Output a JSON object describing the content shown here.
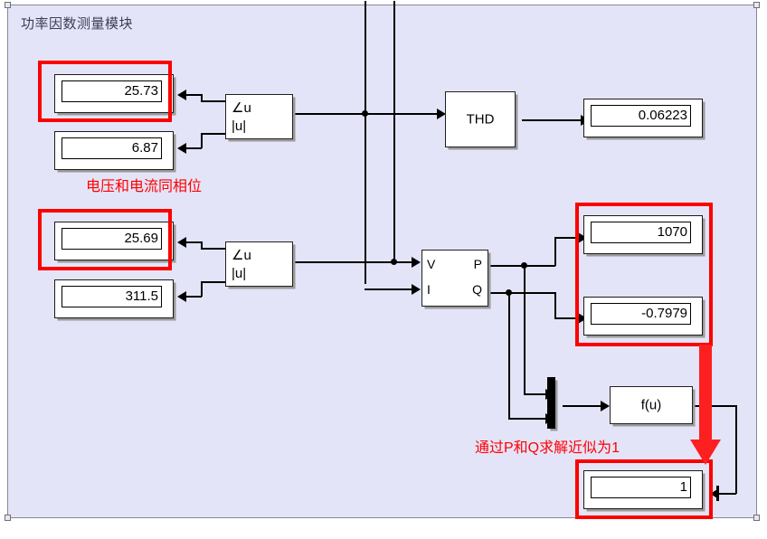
{
  "canvas": {
    "title": "功率因数测量模块",
    "background_color": "#e4e4f8",
    "border_color": "#888894"
  },
  "annotations": {
    "note_phase": "电压和电流同相位",
    "note_pq": "通过P和Q求解近似为1",
    "highlight_color": "#fc0000",
    "arrow_color": "#fc2020"
  },
  "blocks": {
    "angle_v": {
      "out_top": "∠u",
      "out_bottom": "|u|"
    },
    "angle_i": {
      "out_top": "∠u",
      "out_bottom": "|u|"
    },
    "thd": {
      "label": "THD",
      "color": "#0000d8"
    },
    "pq": {
      "in_top": "V",
      "in_bottom": "I",
      "out_top": "P",
      "out_bottom": "Q"
    },
    "fcn": {
      "label": "f(u)"
    }
  },
  "displays": {
    "v_angle": {
      "value": "25.73",
      "highlighted": true
    },
    "v_mag": {
      "value": "6.87",
      "highlighted": false
    },
    "thd_out": {
      "value": "0.06223",
      "highlighted": false
    },
    "i_angle": {
      "value": "25.69",
      "highlighted": true
    },
    "i_mag": {
      "value": "311.5",
      "highlighted": false
    },
    "p_out": {
      "value": "1070",
      "highlighted": true
    },
    "q_out": {
      "value": "-0.7979",
      "highlighted": true
    },
    "pf_out": {
      "value": "1",
      "highlighted": true
    }
  }
}
